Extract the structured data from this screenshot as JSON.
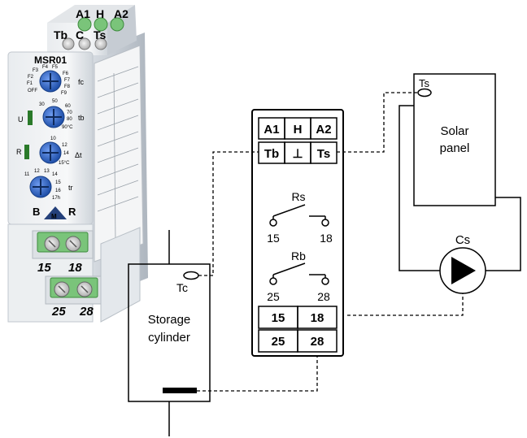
{
  "device": {
    "top_terminals": [
      "A1",
      "H",
      "A2"
    ],
    "upper_terminals": [
      "Tb",
      "C",
      "Ts"
    ],
    "model": "MSR01",
    "knob1_scale": [
      "F3",
      "F4",
      "F5",
      "F2",
      "F6",
      "F1",
      "F7",
      "OFF",
      "F8",
      "F9"
    ],
    "knob1_label": "fc",
    "knob2_scale": [
      "30",
      "50",
      "60",
      "70",
      "80",
      "90°C"
    ],
    "knob2_label": "tb",
    "knob3_scale": [
      "10",
      "12",
      "14",
      "15°C"
    ],
    "knob3_label": "Δt",
    "knob4_scale": [
      "11",
      "12",
      "13",
      "14",
      "15",
      "16",
      "17h"
    ],
    "knob4_label": "tr",
    "led1": "U",
    "led2": "R",
    "mode_left": "B",
    "mode_mid": "M",
    "mode_right": "R",
    "bottom_terminals_1": [
      "15",
      "18"
    ],
    "bottom_terminals_2": [
      "25",
      "28"
    ]
  },
  "schematic": {
    "row1": [
      "A1",
      "H",
      "A2"
    ],
    "row2": [
      "Tb",
      "⊥",
      "Ts"
    ],
    "relay1_label": "Rs",
    "relay1_pins": [
      "15",
      "18"
    ],
    "relay2_label": "Rb",
    "relay2_pins": [
      "25",
      "28"
    ],
    "out_row1": [
      "15",
      "18"
    ],
    "out_row2": [
      "25",
      "28"
    ]
  },
  "storage": {
    "sensor_label": "Tc",
    "name_line1": "Storage",
    "name_line2": "cylinder"
  },
  "solar": {
    "sensor_label": "Ts",
    "name_line1": "Solar",
    "name_line2": "panel"
  },
  "pump": {
    "label": "Cs"
  },
  "colors": {
    "knob": "#2a66c8",
    "led_green": "#2a7a2a",
    "terminal_green": "#5cb85c"
  }
}
